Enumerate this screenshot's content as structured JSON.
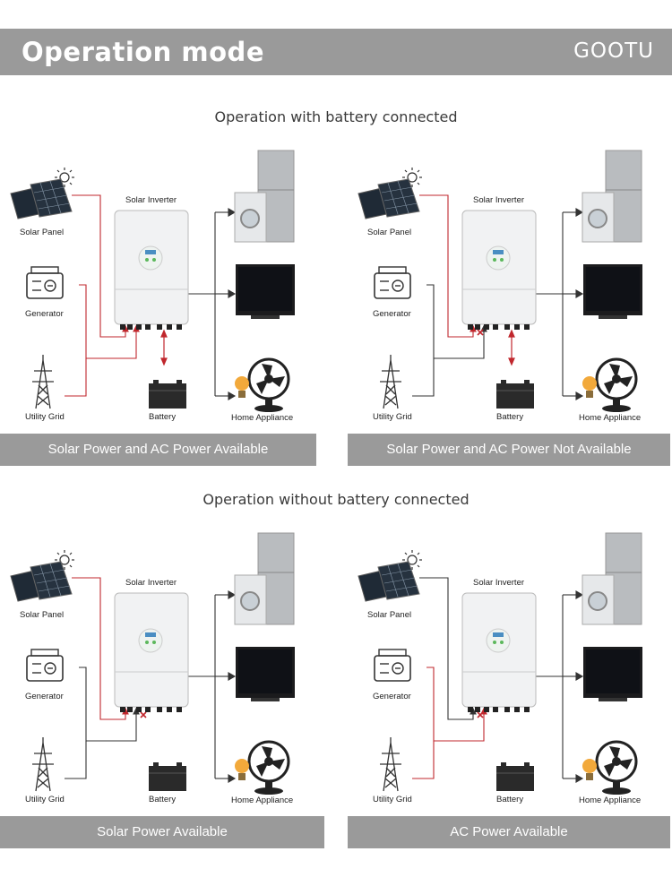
{
  "header": {
    "title": "Operation mode",
    "brand": "GOOTU"
  },
  "sections": [
    {
      "title": "Operation with battery connected"
    },
    {
      "title": "Operation without battery connected"
    }
  ],
  "labels": {
    "solar_panel": "Solar Panel",
    "generator": "Generator",
    "utility_grid": "Utility Grid",
    "solar_inverter": "Solar Inverter",
    "battery": "Battery",
    "home_appliance": "Home Appliance"
  },
  "panels": [
    {
      "caption": "Solar Power and AC Power Available"
    },
    {
      "caption": "Solar Power and AC Power Not Available"
    },
    {
      "caption": "Solar Power Available"
    },
    {
      "caption": "AC Power Available"
    }
  ],
  "colors": {
    "header_bg": "#9a9a9a",
    "flow_red": "#c0272d",
    "line_dark": "#333333"
  }
}
